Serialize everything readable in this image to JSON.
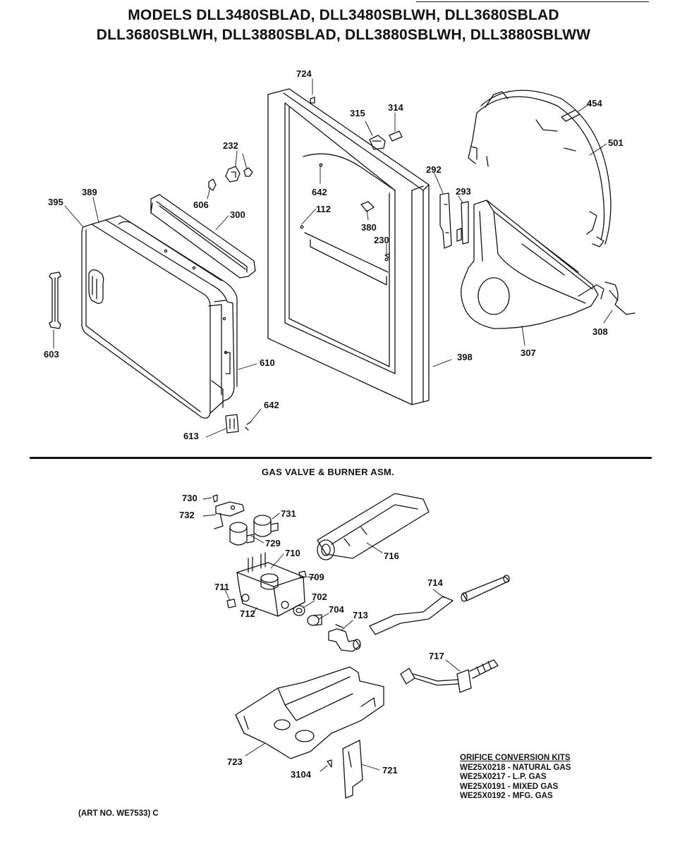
{
  "header": {
    "title_line1": "MODELS DLL3480SBLAD, DLL3480SBLWH, DLL3680SBLAD",
    "title_line2": "DLL3680SBLWH, DLL3880SBLAD, DLL3880SBLWH, DLL3880SBLWW"
  },
  "section": {
    "gas_valve_title": "GAS VALVE & BURNER ASM."
  },
  "callouts": {
    "c724": "724",
    "c315": "315",
    "c314": "314",
    "c454": "454",
    "c501": "501",
    "c232": "232",
    "c642a": "642",
    "c292": "292",
    "c293": "293",
    "c389": "389",
    "c395": "395",
    "c606": "606",
    "c300": "300",
    "c112": "112",
    "c380": "380",
    "c230": "230",
    "c308": "308",
    "c307": "307",
    "c398": "398",
    "c603": "603",
    "c610": "610",
    "c642b": "642",
    "c613": "613",
    "c730": "730",
    "c732": "732",
    "c731": "731",
    "c729": "729",
    "c710": "710",
    "c716": "716",
    "c709": "709",
    "c714": "714",
    "c711": "711",
    "c702": "702",
    "c704": "704",
    "c713": "713",
    "c712": "712",
    "c717": "717",
    "c723": "723",
    "c3104": "3104",
    "c721": "721"
  },
  "orifice_kits": {
    "heading": "ORIFICE CONVERSION KITS",
    "items": [
      "WE25X0218 - NATURAL GAS",
      "WE25X0217 - L.P. GAS",
      "WE25X0191 - MIXED GAS",
      "WE25X0192 - MFG. GAS"
    ]
  },
  "footer": {
    "art_number": "(ART NO. WE7533) C"
  }
}
